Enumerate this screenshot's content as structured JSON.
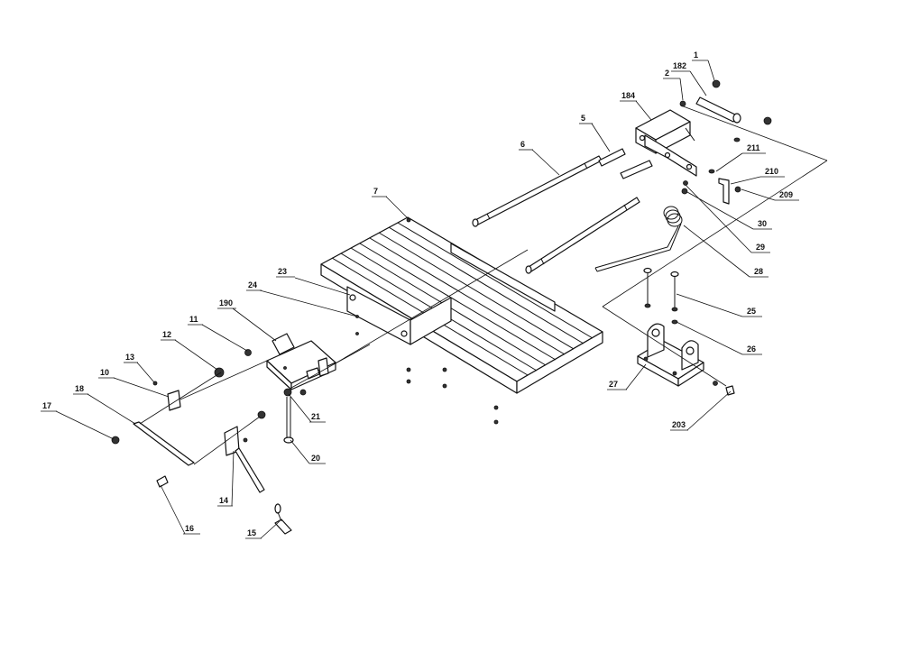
{
  "callouts": [
    "1",
    "182",
    "2",
    "184",
    "5",
    "6",
    "211",
    "210",
    "209",
    "7",
    "30",
    "29",
    "28",
    "23",
    "190",
    "24",
    "11",
    "12",
    "13",
    "10",
    "18",
    "17",
    "21",
    "20",
    "25",
    "26",
    "27",
    "203",
    "14",
    "16",
    "15"
  ]
}
